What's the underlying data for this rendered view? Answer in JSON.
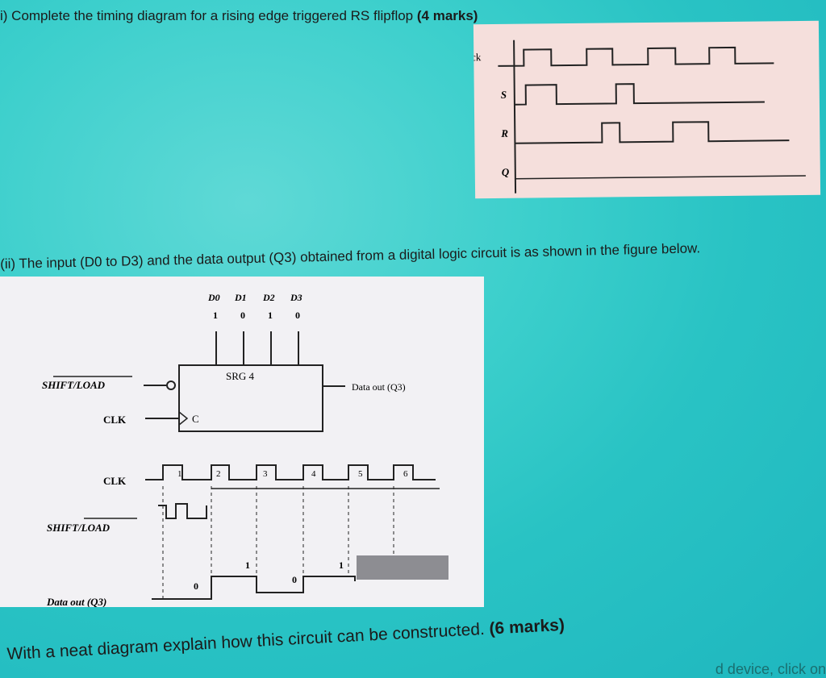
{
  "question1": {
    "prefix": "i) Complete the timing diagram for a rising edge triggered RS flipflop",
    "marks": "(4 marks)"
  },
  "rs_diagram": {
    "labels": [
      "Clock",
      "S",
      "R",
      "Q"
    ]
  },
  "question2": {
    "text": "(ii) The input (D0 to D3) and the data output (Q3) obtained from a digital logic circuit is as shown in the figure below."
  },
  "register": {
    "inputs": [
      "D0",
      "D1",
      "D2",
      "D3"
    ],
    "input_values": [
      "1",
      "0",
      "1",
      "0"
    ],
    "block_label": "SRG 4",
    "clock_pin_label": "C",
    "shift_load_label": "SHIFT/LOAD",
    "clk_label": "CLK",
    "data_out_label": "Data out (Q3)"
  },
  "waveform": {
    "clk_label": "CLK",
    "shift_load_label": "SHIFT/LOAD",
    "data_out_label": "Data out (Q3)",
    "pulse_numbers": [
      "1",
      "2",
      "3",
      "4",
      "5",
      "6"
    ],
    "data_values": [
      "0",
      "1",
      "0",
      "1"
    ]
  },
  "question3": {
    "prefix": "With a neat diagram explain how this circuit can be constructed.",
    "marks": "(6 marks)"
  },
  "footer": {
    "partial_text": "d device, click on"
  }
}
